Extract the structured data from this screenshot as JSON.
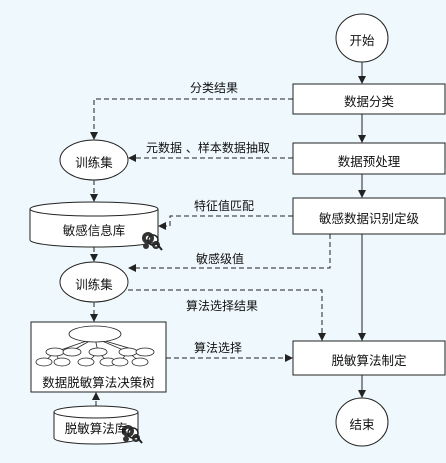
{
  "nodes": {
    "start": "开始",
    "classify": "数据分类",
    "preprocess": "数据预处理",
    "identify": "敏感数据识别定级",
    "algorithm": "脱敏算法制定",
    "end": "结束",
    "training_set_1": "训练集",
    "sensitive_db": "敏感信息库",
    "training_set_2": "训练集",
    "decision_tree": "数据脱敏算法决策树",
    "algo_lib": "脱敏算法库"
  },
  "edges": {
    "classify_result": "分类结果",
    "metadata_extract": "元数据 、样本数据抽取",
    "feature_match": "特征值匹配",
    "sensitivity_level": "敏感级值",
    "algo_select_result": "算法选择结果",
    "algo_select": "算法选择"
  },
  "colors": {
    "background": "#eef8fd",
    "box_fill": "#ffffff",
    "stroke": "#222222"
  }
}
